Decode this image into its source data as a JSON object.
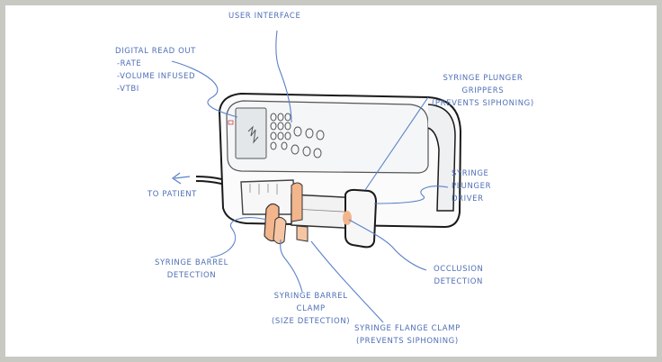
{
  "diagram": {
    "colors": {
      "frame": "#c9c9c4",
      "background": "#ffffff",
      "label": "#4f6fb6",
      "leader": "#5b82c8",
      "outline": "#1a1a1a",
      "accent_orange": "#f3b58c"
    },
    "labels": {
      "digital_readout": {
        "title": "Digital read out",
        "items": [
          "-Rate",
          "-Volume infused",
          "-VTBI"
        ]
      },
      "user_interface": "User interface",
      "plunger_grippers": [
        "Syringe plunger",
        "grippers",
        "(prevents siphoning)"
      ],
      "plunger_driver": [
        "Syringe",
        "plunger",
        "driver"
      ],
      "to_patient": "To patient",
      "barrel_detection": [
        "Syringe barrel",
        "detection"
      ],
      "barrel_clamp": [
        "Syringe barrel",
        "clamp",
        "(size detection)"
      ],
      "flange_clamp": [
        "Syringe flange clamp",
        "(prevents siphoning)"
      ],
      "occlusion_detection": [
        "Occlusion",
        "detection"
      ]
    }
  }
}
